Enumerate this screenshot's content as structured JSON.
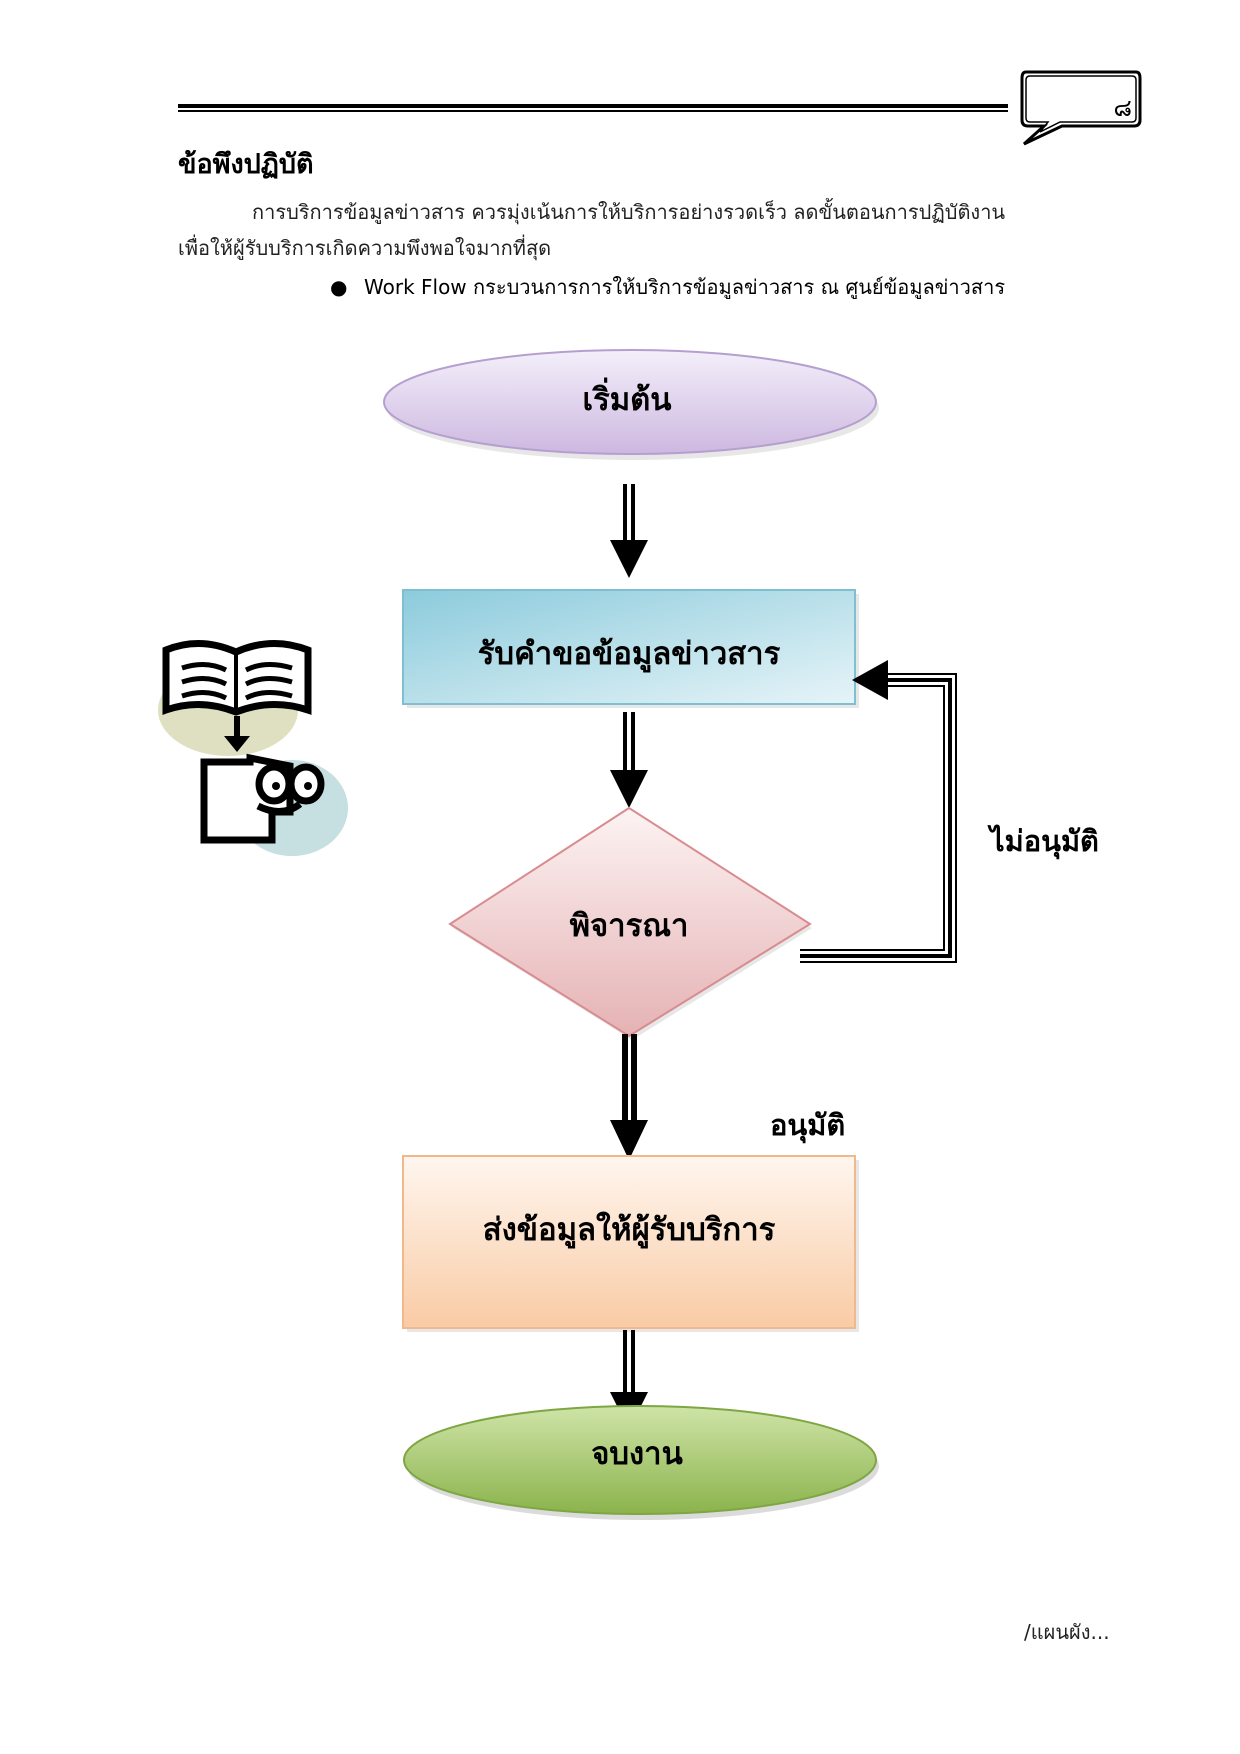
{
  "header": {
    "page_number": "๘"
  },
  "section": {
    "title": "ข้อพึงปฏิบัติ",
    "paragraph_line1": "การบริการข้อมูลข่าวสาร ควรมุ่งเน้นการให้บริการอย่างรวดเร็ว  ลดขั้นตอนการปฏิบัติงาน",
    "paragraph_line2": "เพื่อให้ผู้รับบริการเกิดความพึงพอใจมากที่สุด",
    "bullet": "Work Flow  กระบวนการการให้บริการข้อมูลข่าวสาร  ณ  ศูนย์ข้อมูลข่าวสาร"
  },
  "flowchart": {
    "start": "เริ่มต้น",
    "receive": "รับคำขอข้อมูลข่าวสาร",
    "consider": "พิจารณา",
    "not_approved": "ไม่อนุมัติ",
    "approved": "อนุมัติ",
    "send": "ส่งข้อมูลให้ผู้รับบริการ",
    "end": "จบงาน"
  },
  "footer": {
    "continuation": "/แผนผัง..."
  },
  "colors": {
    "start_fill": "#d9cce8",
    "receive_fill": "#a9d7e4",
    "consider_fill": "#eec4c4",
    "send_fill": "#fbd7b8",
    "end_fill": "#9bc05c"
  }
}
